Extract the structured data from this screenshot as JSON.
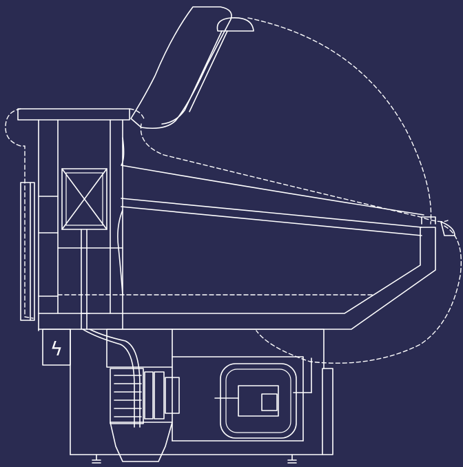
{
  "diagram": {
    "kind": "refrigerated display counter, side cross-section (blueprint)",
    "colors": {
      "background": "#2a2b51",
      "line": "#ffffff"
    },
    "components": [
      "canopy-lamp",
      "curved-glass-front",
      "top-shelf",
      "evaporator-fan-box",
      "display-tray",
      "compressor",
      "condenser",
      "electrical-box",
      "drain-funnel",
      "adjustable-feet"
    ],
    "symbols": {
      "electrical": "ϟ"
    }
  }
}
